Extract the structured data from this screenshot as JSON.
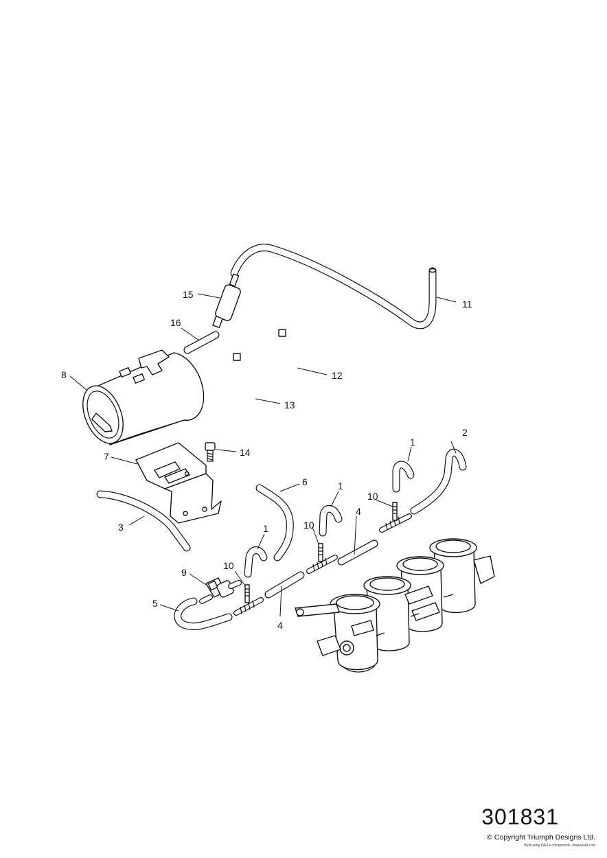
{
  "callouts": {
    "c1a": "1",
    "c1b": "1",
    "c1c": "1",
    "c2": "2",
    "c3": "3",
    "c4a": "4",
    "c4b": "4",
    "c5": "5",
    "c6": "6",
    "c7": "7",
    "c8": "8",
    "c9": "9",
    "c10a": "10",
    "c10b": "10",
    "c10c": "10",
    "c11": "11",
    "c12": "12",
    "c13": "13",
    "c14": "14",
    "c15": "15",
    "c16": "16"
  },
  "footer": {
    "drawing_number": "301831",
    "copyright": "© Copyright Triumph Designs Ltd.",
    "built_with": "Built using INET4 components. www.inet4.com"
  }
}
